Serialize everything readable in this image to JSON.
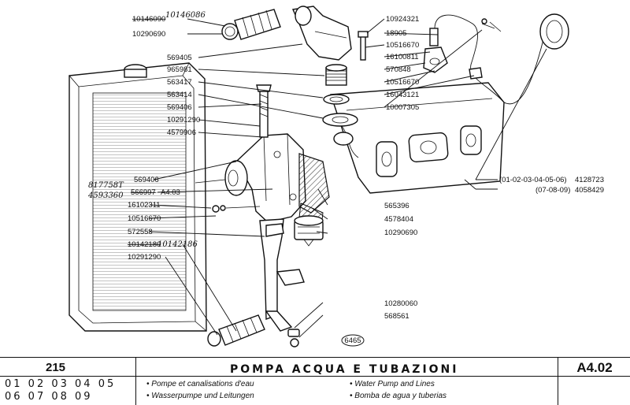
{
  "callouts_left": [
    "10146090",
    "10146086",
    "10290690",
    "569405",
    "965981",
    "563417",
    "563414",
    "569406",
    "10291290",
    "4579906",
    "569406",
    "566997",
    "A4.03",
    "16102311",
    "10516670",
    "572558",
    "10142180",
    "10142186",
    "10291290"
  ],
  "handwritten": [
    "817758T",
    "4593360"
  ],
  "callouts_right": [
    "10924321",
    "18905",
    "10516670",
    "16100811",
    "570848",
    "10516670",
    "16043121",
    "10007305",
    "(01-02-03-04-05-06)",
    "4128723",
    "(07-08-09)",
    "4058429",
    "565396",
    "4578404",
    "10290690",
    "10280060",
    "568561"
  ],
  "drawing_id": "6465",
  "footer": {
    "page_number": "215",
    "groups_line1": "01 02 03 04 05",
    "groups_line2": "06 07 08 09",
    "title": "POMPA ACQUA E TUBAZIONI",
    "sub_fr": "• Pompe et canalisations d'eau",
    "sub_de": "• Wasserpumpe und Leitungen",
    "sub_en": "• Water Pump and Lines",
    "sub_es": "• Bomba de agua y tuberias",
    "ref_code": "A4.02"
  }
}
